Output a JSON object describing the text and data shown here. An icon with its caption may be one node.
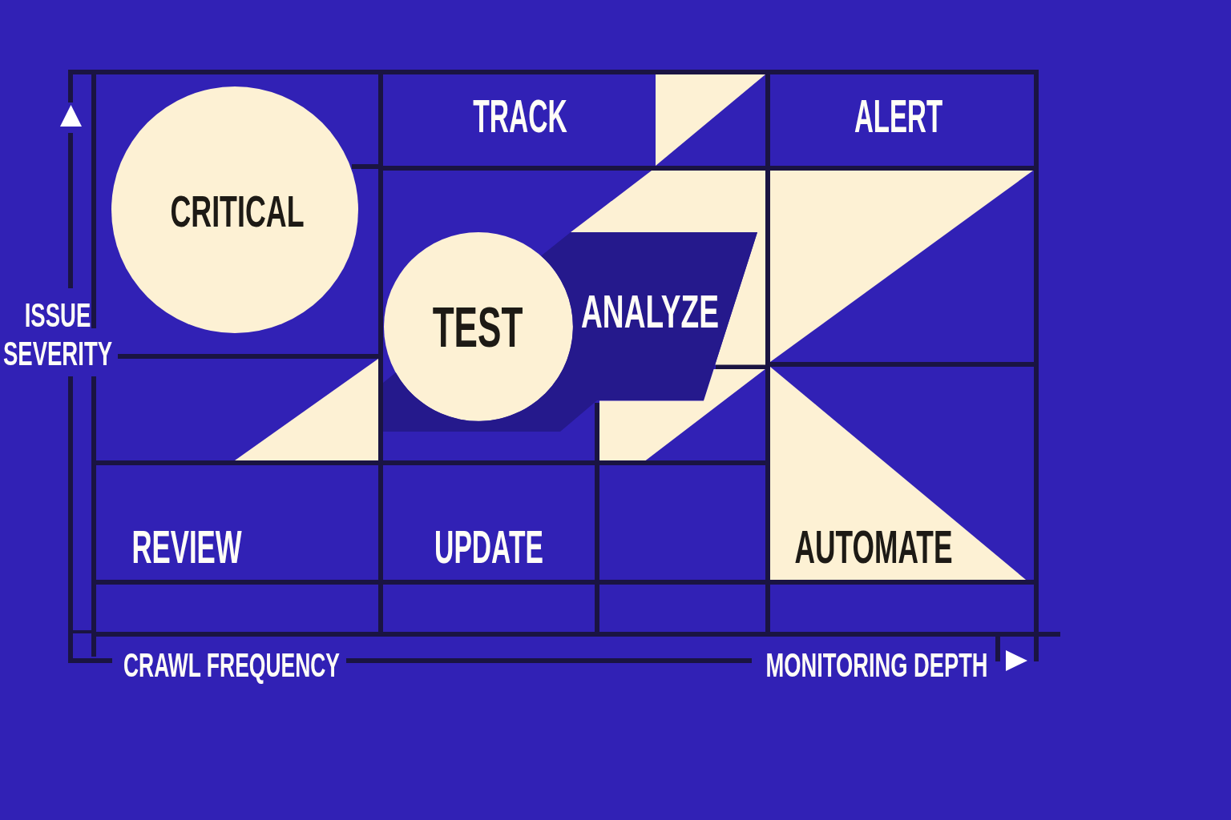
{
  "diagram": {
    "nodes": [
      {
        "text": [],
        "shape": "box"
      },
      {
        "text": [
          "CRITICAL"
        ],
        "in": 0
      },
      {
        "text": [
          "TRACK"
        ]
      },
      {
        "text": [],
        "shape": "triangle",
        "in": 2
      },
      {
        "text": [
          "ALERT"
        ]
      },
      {
        "text": [],
        "shape": "box"
      },
      {
        "text": [],
        "shape": "band",
        "in": 5
      },
      {
        "text": [
          "TEST"
        ],
        "in": 5
      },
      {
        "text": [
          "ANALYZE"
        ],
        "in": 5
      },
      {
        "text": [],
        "shape": "band",
        "in": 5
      },
      {
        "text": [],
        "shape": "box"
      },
      {
        "text": [],
        "shape": "triangle",
        "in": 10
      },
      {
        "text": [],
        "shape": "box"
      },
      {
        "text": [],
        "shape": "triangle",
        "in": 12
      },
      {
        "text": [],
        "shape": "box"
      },
      {
        "text": [
          "AUTOMATE"
        ],
        "in": 14
      },
      {
        "text": [
          "REVIEW"
        ]
      },
      {
        "text": [
          "UPDATE"
        ]
      },
      {
        "text": [],
        "shape": "box"
      },
      {
        "text": [],
        "shape": "box"
      },
      {
        "text": [],
        "shape": "box"
      },
      {
        "text": [],
        "shape": "box"
      },
      {
        "text": [],
        "shape": "box"
      }
    ],
    "labels": [
      "ISSUE SEVERITY",
      "CRAWL FREQUENCY",
      "MONITORING DEPTH"
    ]
  }
}
